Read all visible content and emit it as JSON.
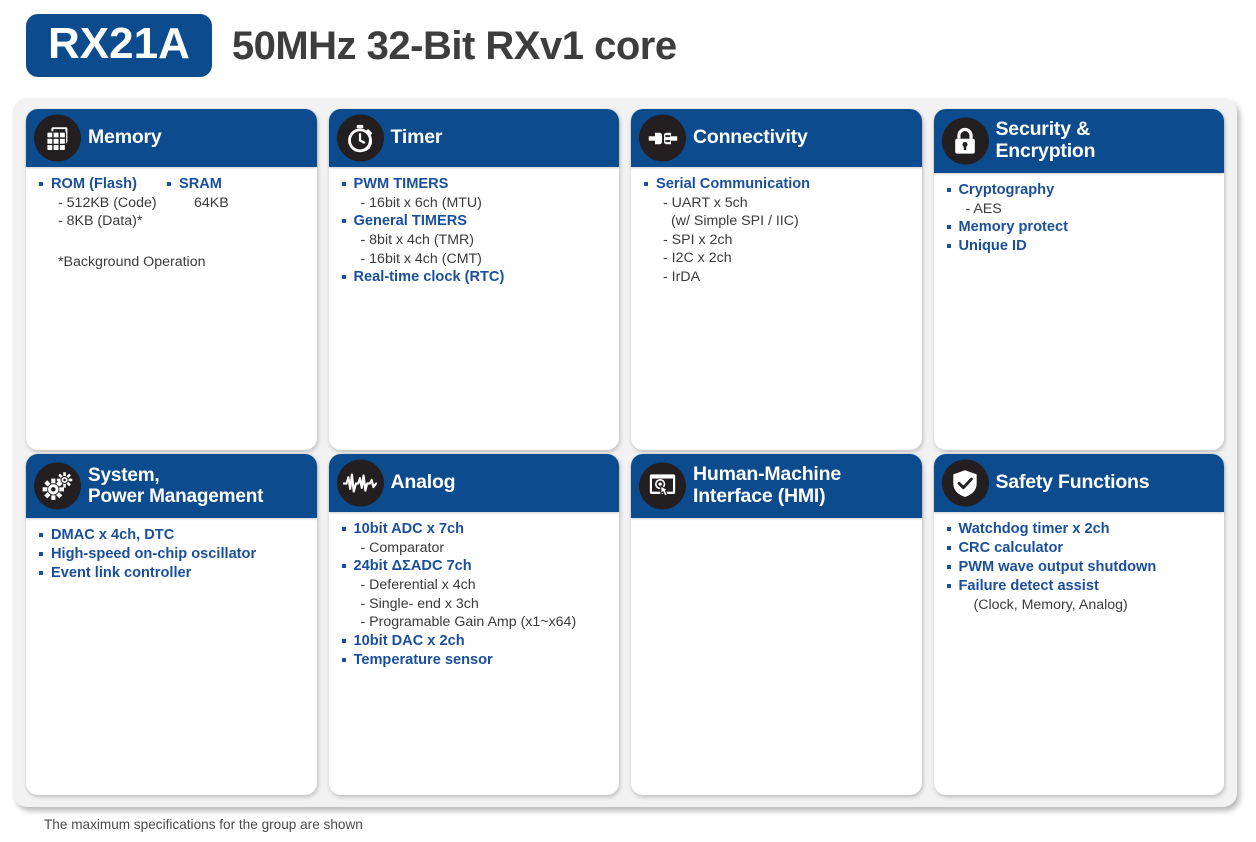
{
  "header": {
    "badge": "RX21A",
    "title": "50MHz 32-Bit RXv1 core"
  },
  "footer": {
    "note": "The maximum specifications for the group are shown"
  },
  "colors": {
    "header_blue": "#0d4b8f",
    "bullet_blue": "#1a4f9c",
    "icon_circle": "#231f20",
    "panel_bg": "#f2f2f2",
    "card_bg": "#ffffff",
    "title_gray": "#3d3d3d",
    "sub_text": "#3a3a3a"
  },
  "cards": [
    {
      "id": "memory",
      "title": "Memory",
      "icon": "memory-chip-icon",
      "two_line": false,
      "layout": "two-column",
      "col_a": [
        {
          "type": "main",
          "text": "ROM (Flash)"
        },
        {
          "type": "sub",
          "text": "- 512KB (Code)"
        },
        {
          "type": "sub",
          "text": "- 8KB (Data)*"
        }
      ],
      "col_b": [
        {
          "type": "main",
          "text": "SRAM"
        },
        {
          "type": "plain",
          "text": "64KB"
        }
      ],
      "note": "*Background Operation"
    },
    {
      "id": "timer",
      "title": "Timer",
      "icon": "stopwatch-icon",
      "two_line": false,
      "layout": "list",
      "items": [
        {
          "type": "main",
          "text": "PWM TIMERS"
        },
        {
          "type": "sub",
          "text": "- 16bit x 6ch (MTU)"
        },
        {
          "type": "main",
          "text": "General TIMERS"
        },
        {
          "type": "sub",
          "text": "- 8bit x 4ch (TMR)"
        },
        {
          "type": "sub",
          "text": "- 16bit x 4ch (CMT)"
        },
        {
          "type": "main",
          "text": "Real-time clock (RTC)"
        }
      ]
    },
    {
      "id": "connectivity",
      "title": "Connectivity",
      "icon": "plug-connector-icon",
      "two_line": false,
      "layout": "list",
      "items": [
        {
          "type": "main",
          "text": "Serial Communication"
        },
        {
          "type": "sub",
          "text": "- UART x 5ch"
        },
        {
          "type": "nodash",
          "text": "(w/ Simple SPI / IIC)"
        },
        {
          "type": "sub",
          "text": "- SPI x 2ch"
        },
        {
          "type": "sub",
          "text": "- I2C x 2ch"
        },
        {
          "type": "sub",
          "text": "- IrDA"
        }
      ]
    },
    {
      "id": "security-encryption",
      "title": "Security &\nEncryption",
      "title_line1": "Security &",
      "title_line2": "Encryption",
      "icon": "padlock-icon",
      "two_line": true,
      "layout": "list",
      "items": [
        {
          "type": "main",
          "text": "Cryptography"
        },
        {
          "type": "sub",
          "text": "- AES"
        },
        {
          "type": "main",
          "text": "Memory protect"
        },
        {
          "type": "main",
          "text": "Unique ID"
        }
      ]
    },
    {
      "id": "system-power-management",
      "title": "System,\nPower Management",
      "title_line1": "System,",
      "title_line2": "Power Management",
      "icon": "gears-icon",
      "two_line": true,
      "layout": "list",
      "items": [
        {
          "type": "main",
          "text": "DMAC x 4ch, DTC"
        },
        {
          "type": "main",
          "text": "High-speed on-chip oscillator"
        },
        {
          "type": "main",
          "text": "Event link controller"
        }
      ]
    },
    {
      "id": "analog",
      "title": "Analog",
      "icon": "waveform-icon",
      "two_line": false,
      "layout": "list",
      "items": [
        {
          "type": "main",
          "text": "10bit  ADC x 7ch"
        },
        {
          "type": "sub",
          "text": "- Comparator"
        },
        {
          "type": "main",
          "text": "24bit ΔΣADC 7ch"
        },
        {
          "type": "sub",
          "text": "- Deferential x 4ch"
        },
        {
          "type": "sub",
          "text": "- Single- end  x 3ch"
        },
        {
          "type": "sub",
          "text": "- Programable Gain Amp (x1~x64)"
        },
        {
          "type": "main",
          "text": "10bit DAC x 2ch"
        },
        {
          "type": "main",
          "text": "Temperature sensor"
        }
      ]
    },
    {
      "id": "human-machine-interface",
      "title": "Human-Machine\nInterface (HMI)",
      "title_line1": "Human-Machine",
      "title_line2": "Interface (HMI)",
      "icon": "touchscreen-icon",
      "two_line": true,
      "layout": "list",
      "items": []
    },
    {
      "id": "safety-functions",
      "title": "Safety Functions",
      "icon": "shield-check-icon",
      "two_line": false,
      "layout": "list",
      "items": [
        {
          "type": "main",
          "text": "Watchdog timer x 2ch"
        },
        {
          "type": "main",
          "text": "CRC calculator"
        },
        {
          "type": "main",
          "text": "PWM wave output shutdown"
        },
        {
          "type": "main",
          "text": "Failure detect assist"
        },
        {
          "type": "nodash",
          "text": "(Clock, Memory, Analog)"
        }
      ]
    }
  ]
}
